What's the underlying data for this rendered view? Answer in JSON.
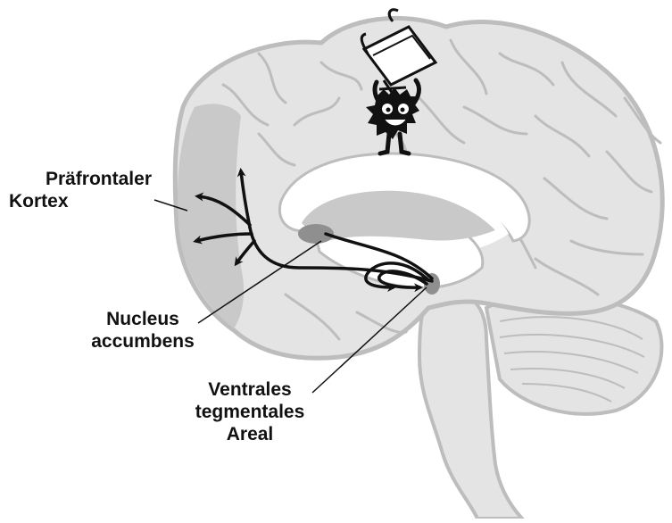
{
  "labels": {
    "prefrontal_cortex": [
      "Präfrontaler",
      "Kortex"
    ],
    "nucleus_accumbens": [
      "Nucleus",
      "accumbens"
    ],
    "ventral_tegmental_area": [
      "Ventrales",
      "tegmentales",
      "Areal"
    ]
  },
  "colors": {
    "brain_fill": "#e4e4e4",
    "brain_outline": "#bdbdbd",
    "region_highlight": "#c9c9c9",
    "region_dark": "#8f8f8f",
    "arrow": "#111111"
  },
  "icons": {
    "figure": "dopamine-character-icon",
    "trophy": "trophy-icon"
  }
}
